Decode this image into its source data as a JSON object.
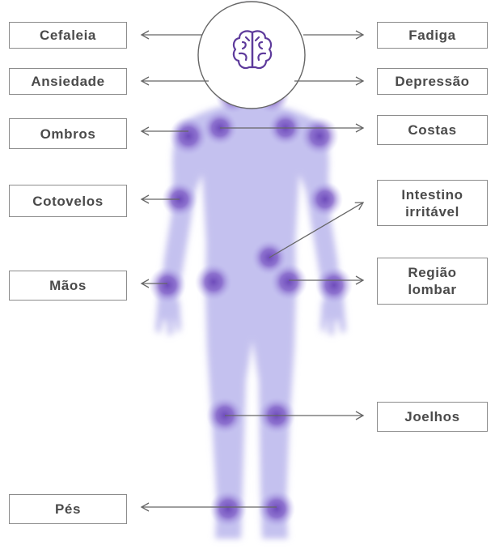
{
  "labels": {
    "cefaleia": "Cefaleia",
    "ansiedade": "Ansiedade",
    "ombros": "Ombros",
    "cotovelos": "Cotovelos",
    "maos": "Mãos",
    "pes": "Pés",
    "fadiga": "Fadiga",
    "depressao": "Depressão",
    "costas": "Costas",
    "intestino": "Intestino\nirritável",
    "regiao_lombar": "Região\nlombar",
    "joelhos": "Joelhos"
  },
  "colors": {
    "body": "#c4c1ef",
    "spot": "#6a46b8",
    "brain": "#5d3a9b",
    "line": "#666666",
    "label_border": "#8c8c8c",
    "label_text": "#4a4a4a"
  },
  "icons": {
    "head_callout": "brain-icon"
  }
}
